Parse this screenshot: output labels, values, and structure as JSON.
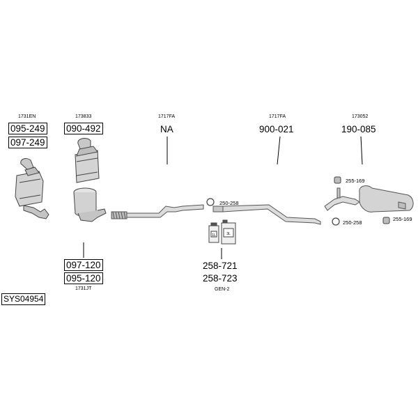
{
  "parts": {
    "cat1": {
      "ref": "1731EN",
      "codes": [
        "095-249",
        "097-249"
      ]
    },
    "cat2": {
      "ref": "173833",
      "codes": [
        "090-492"
      ]
    },
    "cat2b": {
      "ref": "1731JT",
      "codes": [
        "097-120",
        "095-120"
      ]
    },
    "front": {
      "ref": "1717FA",
      "code": "NA"
    },
    "mid": {
      "ref": "1717FA",
      "code": "900-021"
    },
    "rear": {
      "ref": "173052",
      "code": "190-085"
    },
    "assembly": {
      "ref": "GEN-2",
      "codes": [
        "258-721",
        "258-723"
      ]
    }
  },
  "small_parts": {
    "clamp_mid": "250-258",
    "clamp_rear": "250-258",
    "hanger_top": "255-169",
    "hanger_bottom": "255-169"
  },
  "bottle_labels": {
    "small": "1L",
    "large": "3L"
  },
  "system_id": "SYS04954"
}
